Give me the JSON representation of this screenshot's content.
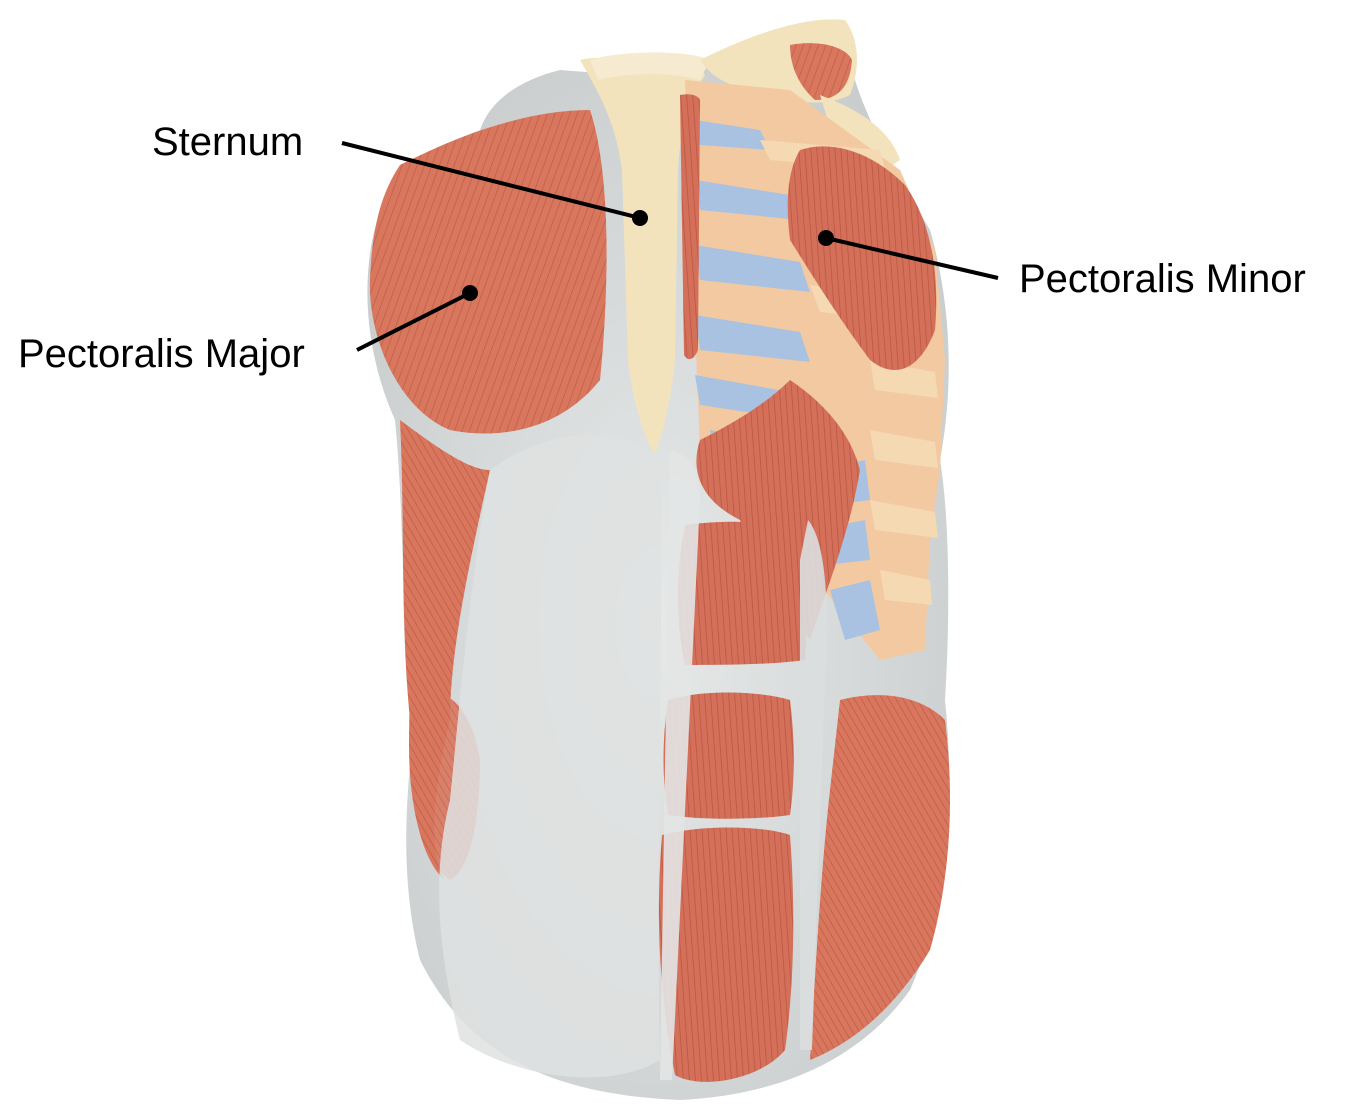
{
  "labels": {
    "sternum": "Sternum",
    "pectoralis_major": "Pectoralis Major",
    "pectoralis_minor": "Pectoralis Minor"
  },
  "colors": {
    "muscle": "#d9765e",
    "muscle_dark": "#b85540",
    "fascia": "#d8dcdc",
    "bone": "#f2e3bd",
    "cartilage": "#a9c2e2",
    "leader_line": "#000000"
  }
}
